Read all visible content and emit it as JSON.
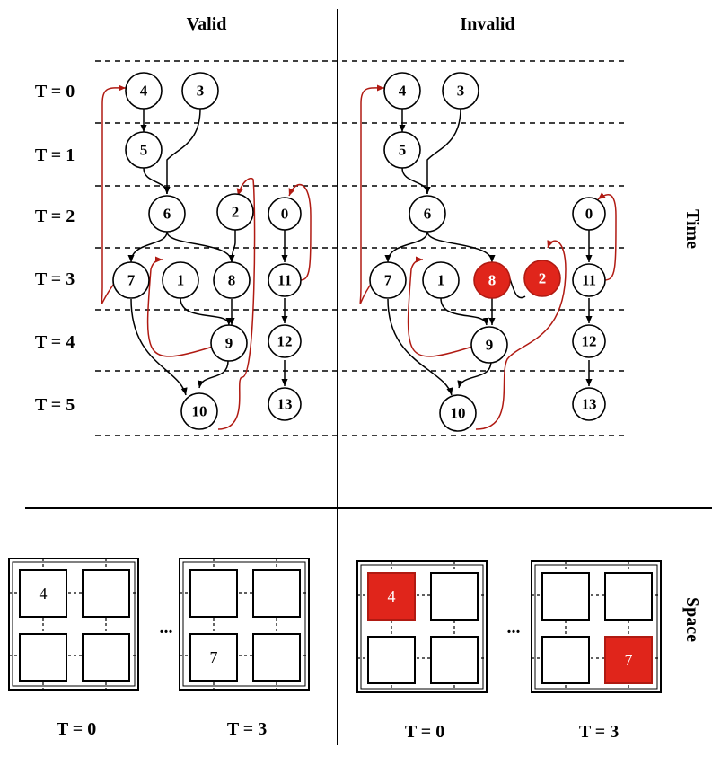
{
  "headers": {
    "valid": "Valid",
    "invalid": "Invalid"
  },
  "side_labels": {
    "time": "Time",
    "space": "Space"
  },
  "time_rows": [
    "T = 0",
    "T = 1",
    "T = 2",
    "T = 3",
    "T = 4",
    "T = 5"
  ],
  "ellipsis": "...",
  "colors": {
    "black": "#000000",
    "red": "#e0251b",
    "dark_red": "#b01a12"
  },
  "valid_nodes": [
    "4",
    "3",
    "5",
    "6",
    "2",
    "0",
    "7",
    "1",
    "8",
    "11",
    "9",
    "12",
    "10",
    "13"
  ],
  "invalid_nodes": [
    "4",
    "3",
    "5",
    "6",
    "0",
    "7",
    "1",
    "8",
    "2",
    "11",
    "9",
    "12",
    "10",
    "13"
  ],
  "invalid_highlighted_nodes": [
    "8",
    "2"
  ],
  "space_panels": [
    {
      "label": "T = 0",
      "tiles": [
        "4",
        "",
        "",
        ""
      ],
      "highlight_tile": null
    },
    {
      "label": "T = 3",
      "tiles": [
        "",
        "",
        "7",
        ""
      ],
      "highlight_tile": null
    },
    {
      "label": "T = 0",
      "tiles": [
        "4",
        "",
        "",
        ""
      ],
      "highlight_tile": 0
    },
    {
      "label": "T = 3",
      "tiles": [
        "",
        "",
        "",
        "7"
      ],
      "highlight_tile": 3
    }
  ]
}
